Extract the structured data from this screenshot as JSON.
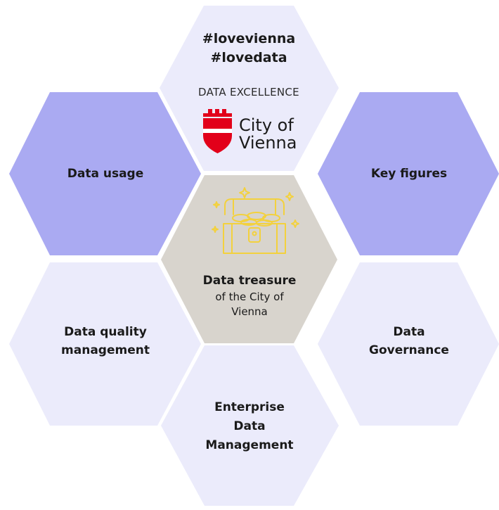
{
  "center": {
    "title": "Data treasure",
    "subtitle_1": "of the City of",
    "subtitle_2": "Vienna"
  },
  "top": {
    "hashtag_1": "#lovevienna",
    "hashtag_2": "#lovedata",
    "caption": "DATA EXCELLENCE",
    "logo_line_1": "City of",
    "logo_line_2": "Vienna"
  },
  "hexagons": {
    "data_usage": "Data usage",
    "key_figures": "Key figures",
    "data_quality_1": "Data quality",
    "data_quality_2": "management",
    "data_governance_1": "Data",
    "data_governance_2": "Governance",
    "edm_1": "Enterprise",
    "edm_2": "Data",
    "edm_3": "Management"
  },
  "colors": {
    "light_lavender": "#ebebfb",
    "dark_lavender": "#aaaaf2",
    "center_gray": "#d8d4cd",
    "treasure_gold": "#f3d13d",
    "vienna_red": "#e2001a"
  },
  "icons": {
    "center": "treasure-chest-icon",
    "logo": "vienna-coat-of-arms-icon"
  }
}
